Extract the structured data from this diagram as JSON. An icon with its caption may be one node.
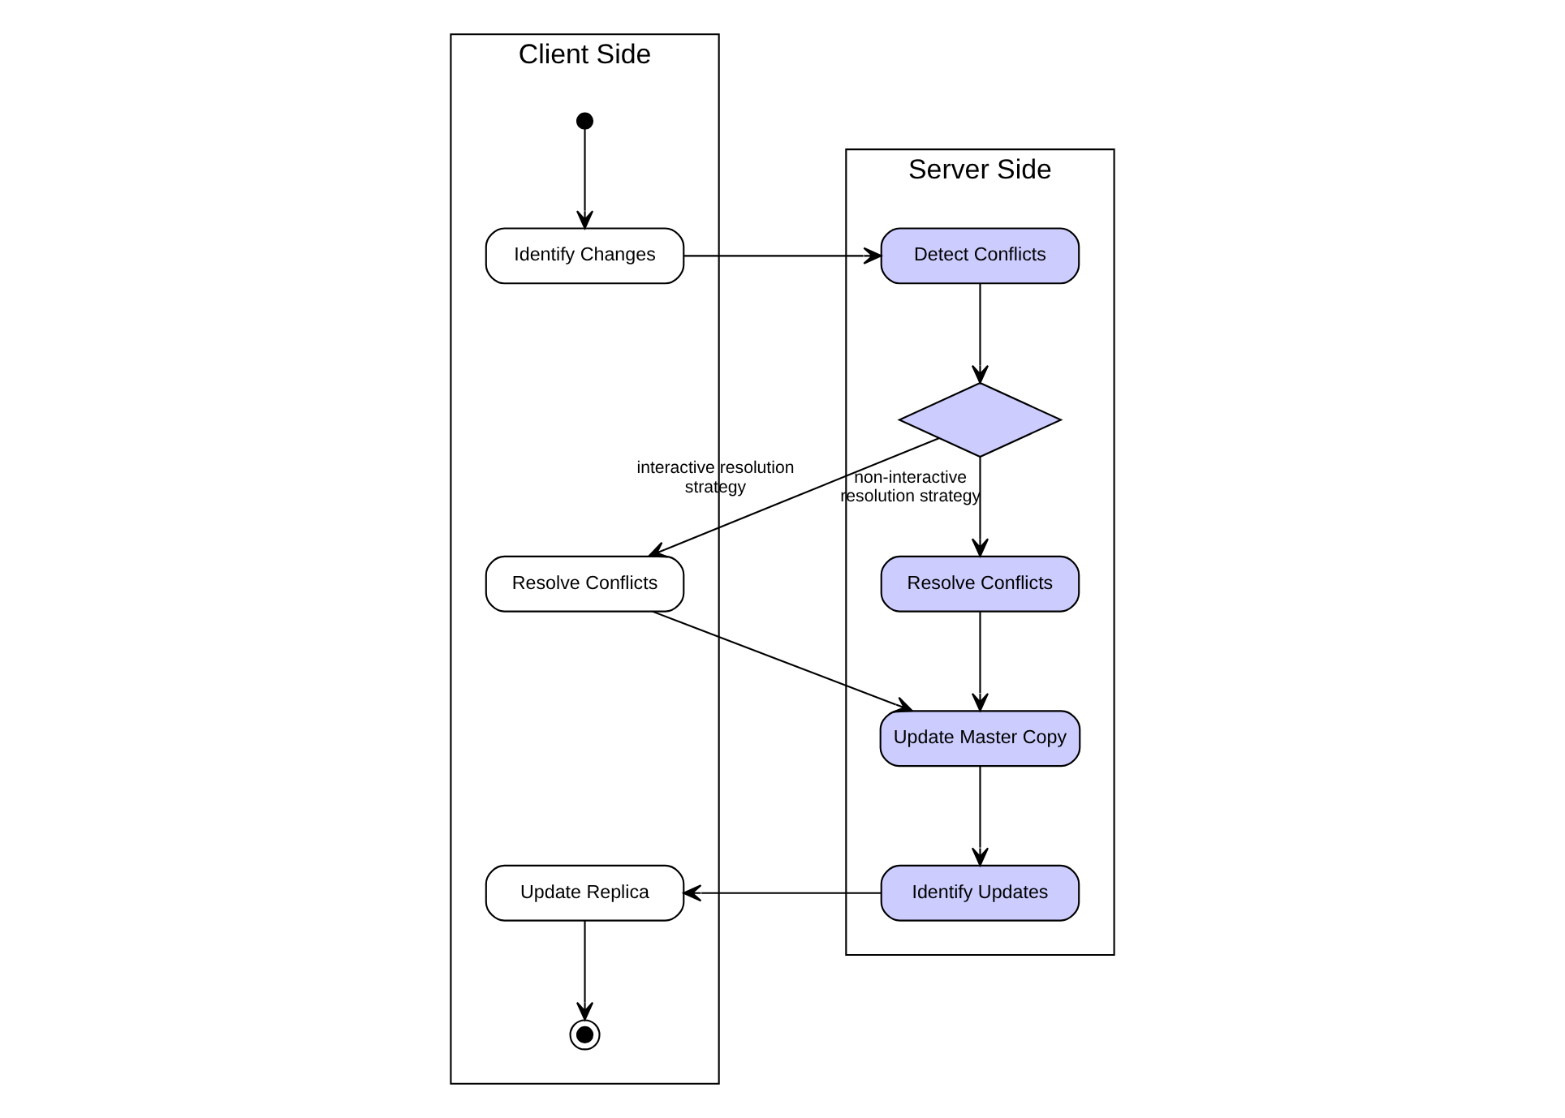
{
  "diagram": {
    "nodes": [
      {
        "text": [
          "Client Side"
        ]
      },
      {
        "text": [
          "Server Side"
        ]
      },
      {
        "text": [],
        "shape": "circle",
        "in": 0
      },
      {
        "text": [
          "Identify Changes"
        ],
        "in": 0
      },
      {
        "text": [
          "Detect Conflicts"
        ],
        "in": 1
      },
      {
        "text": [],
        "shape": "diamond",
        "in": 1
      },
      {
        "text": [
          "Resolve Conflicts"
        ],
        "in": 0
      },
      {
        "text": [
          "Resolve Conflicts"
        ],
        "in": 1
      },
      {
        "text": [
          "Update Master Copy"
        ],
        "in": 1
      },
      {
        "text": [
          "Identify Updates"
        ],
        "in": 1
      },
      {
        "text": [
          "Update Replica"
        ],
        "in": 0
      },
      {
        "text": [],
        "shape": "circle",
        "in": 0
      }
    ],
    "edges": [
      {
        "from": 2,
        "to": 3,
        "arrow": "to"
      },
      {
        "from": 3,
        "to": 4,
        "arrow": "to"
      },
      {
        "from": 4,
        "to": 5,
        "arrow": "to"
      },
      {
        "from": 5,
        "to": 6,
        "label": "interactive resolution strategy",
        "arrow": "to"
      },
      {
        "from": 5,
        "to": 7,
        "label": "non-interactive resolution strategy",
        "arrow": "to"
      },
      {
        "from": 6,
        "to": 8,
        "arrow": "to"
      },
      {
        "from": 7,
        "to": 8,
        "arrow": "to"
      },
      {
        "from": 8,
        "to": 9,
        "arrow": "to"
      },
      {
        "from": 9,
        "to": 10,
        "arrow": "to"
      },
      {
        "from": 10,
        "to": 11,
        "arrow": "to"
      }
    ]
  }
}
